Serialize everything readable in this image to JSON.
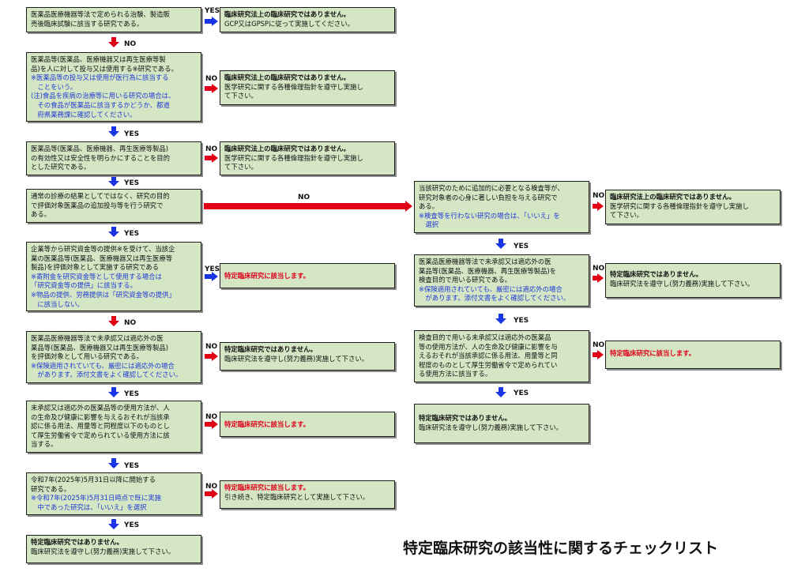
{
  "title": "特定臨床研究の該当性に関するチェックリスト",
  "colors": {
    "box_fill": "#d5e6c4",
    "yes_arrow": "#1a35e6",
    "no_arrow": "#e30016",
    "note_text": "#1f3ad6",
    "result_red": "#e0001a"
  },
  "labels": {
    "yes": "YES",
    "no": "NO"
  },
  "q1": {
    "lines": [
      "医薬品医療機器等法で定められる治験、製造販",
      "売後臨床試験に該当する研究である。"
    ]
  },
  "r1": {
    "lines": [
      "臨床研究法上の臨床研究ではありません。",
      "GCP又はGPSPに従って実施してください。"
    ]
  },
  "q2": {
    "lines": [
      "医薬品等(医薬品、医療機器又は再生医療等製",
      "品)を人に対して投与又は使用する※研究である。"
    ],
    "notes": [
      "※医薬品等の投与又は使用が医行為に該当する",
      "　ことをいう。",
      "(注)食品を疾病の治療等に用いる研究の場合は、",
      "　その食品が医薬品に該当するかどうか、都道",
      "　府県薬務課に確認してください。"
    ]
  },
  "r2": {
    "lines": [
      "臨床研究法上の臨床研究ではありません。",
      "医学研究に関する各種倫理指針を遵守し実施し",
      "て下さい。"
    ]
  },
  "q3": {
    "lines": [
      "医薬品等(医薬品、医療機器、再生医療等製品)",
      "の有効性又は安全性を明らかにすることを目的",
      "とした研究である。"
    ]
  },
  "r3": {
    "lines": [
      "臨床研究法上の臨床研究ではありません。",
      "医学研究に関する各種倫理指針を遵守し実施し",
      "て下さい。"
    ]
  },
  "q4": {
    "lines": [
      "通常の診療の結果としてではなく、研究の目的",
      "で評価対象医薬品の追加投与等を行う研究で",
      "ある。"
    ]
  },
  "q5": {
    "lines": [
      "企業等から研究資金等の提供※を受けて、当該企",
      "業の医薬品等(医薬品、医療機器又は再生医療等",
      "製品)を評価対象として実施する研究である"
    ],
    "notes": [
      "※寄附金を研究資金等として使用する場合は",
      "「研究資金等の提供」に該当する。",
      "※物品の提供、労務提供は「研究資金等の提供」",
      "　に該当しない。"
    ]
  },
  "r5": {
    "lines": [
      "特定臨床研究に該当します。"
    ]
  },
  "q6": {
    "lines": [
      "医薬品医療機器等法で未承認又は適応外の医",
      "薬品等(医薬品、医療機器又は再生医療等製品)",
      "を評価対象として用いる研究である。"
    ],
    "notes": [
      "※保険適用されていても、厳密には適応外の場合",
      "　があります。添付文書をよく確認してください。"
    ]
  },
  "r6": {
    "title": "特定臨床研究ではありません。",
    "lines": [
      "臨床研究法を遵守し(努力義務)実施して下さい。"
    ]
  },
  "q7": {
    "lines": [
      "未承認又は適応外の医薬品等の使用方法が、人",
      "の生命及び健康に影響を与えるおそれが当該承",
      "認に係る用法、用量等と同程度以下のものとし",
      "て厚生労働省令で定められている使用方法に該",
      "当する。"
    ]
  },
  "r7": {
    "lines": [
      "特定臨床研究に該当します。"
    ]
  },
  "q8": {
    "lines": [
      "令和7年(2025年)5月31日以降に開始する",
      "研究である。"
    ],
    "notes": [
      "※令和7年(2025年)5月31日時点で既に実施",
      "　中であった研究は、「いいえ」を選択"
    ]
  },
  "r8": {
    "title": "特定臨床研究に該当します。",
    "lines": [
      "引き続き、特定臨床研究として実施して下さい。"
    ]
  },
  "r9": {
    "title": "特定臨床研究ではありません。",
    "lines": [
      "臨床研究法を遵守し(努力義務)実施して下さい。"
    ]
  },
  "q10": {
    "lines": [
      "当該研究のために追加的に必要となる検査等が、",
      "研究対象者の心身に著しい負担を与える研究で",
      "ある。"
    ],
    "notes": [
      "※検査等を行わない研究の場合は、「いいえ」を",
      "　選択"
    ]
  },
  "r10": {
    "lines": [
      "臨床研究法上の臨床研究ではありません。",
      "医学研究に関する各種倫理指針を遵守し実施し",
      "て下さい。"
    ]
  },
  "q11": {
    "lines": [
      "医薬品医療機器等法で未承認又は適応外の医",
      "薬品等(医薬品、医療機器、再生医療等製品)を",
      "検査目的で用いる研究である。"
    ],
    "notes": [
      "※保険適用されていても、厳密には適応外の場合",
      "　があります。添付文書をよく確認してください。"
    ]
  },
  "r11": {
    "title": "特定臨床研究ではありません。",
    "lines": [
      "臨床研究法を遵守し(努力義務)実施して下さい。"
    ]
  },
  "q12": {
    "lines": [
      "検査目的で用いる未承認又は適応外の医薬品",
      "等の使用方法が、人の生命及び健康に影響を与",
      "えるおそれが当該承認に係る用法、用量等と同",
      "程度のものとして厚生労働省令で定められてい",
      "る使用方法に該当する。"
    ]
  },
  "r12": {
    "lines": [
      "特定臨床研究に該当します。"
    ]
  },
  "r13": {
    "title": "特定臨床研究ではありません。",
    "lines": [
      "臨床研究法を遵守し(努力義務)実施して下さい。"
    ]
  }
}
